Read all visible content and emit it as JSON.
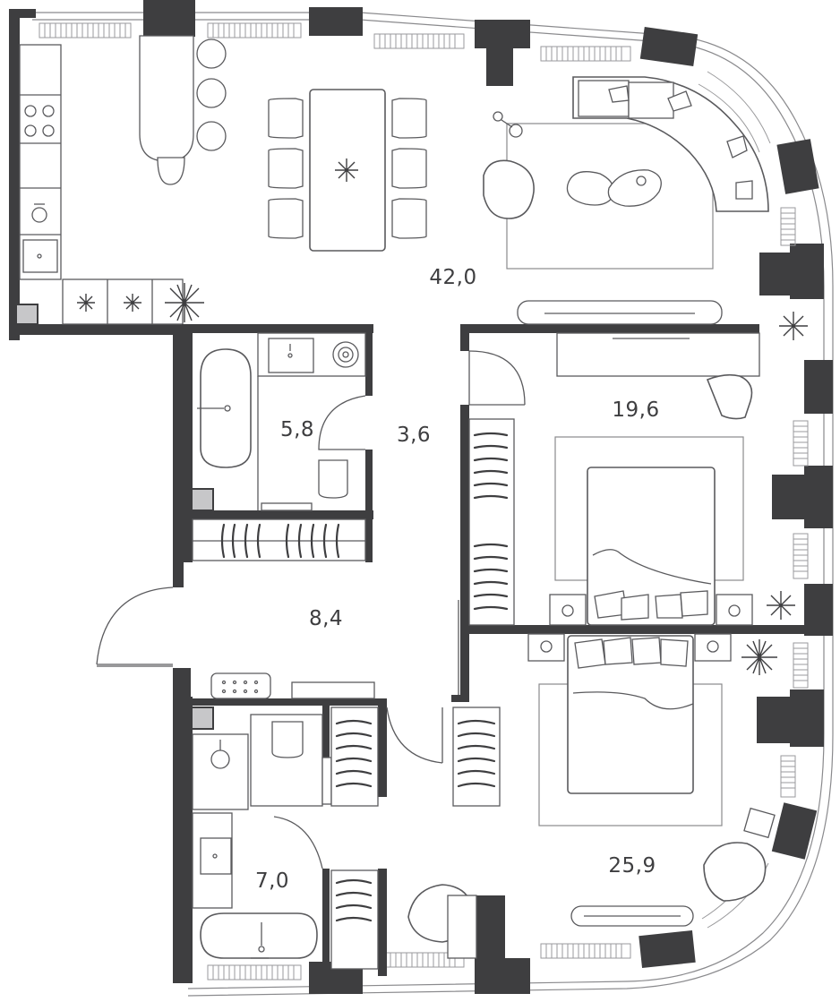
{
  "rooms": {
    "living": {
      "area": "42,0",
      "label_icon": "living-kitchen"
    },
    "bath_small": {
      "area": "5,8"
    },
    "corridor": {
      "area": "3,6"
    },
    "bedroom_1": {
      "area": "19,6"
    },
    "hall": {
      "area": "8,4"
    },
    "bath_large": {
      "area": "7,0"
    },
    "bedroom_2": {
      "area": "25,9"
    }
  },
  "colors": {
    "wall": "#3e3e40",
    "shaft": "#c7c7c9",
    "furniture_stroke": "#5a5a5d",
    "background": "#ffffff"
  }
}
